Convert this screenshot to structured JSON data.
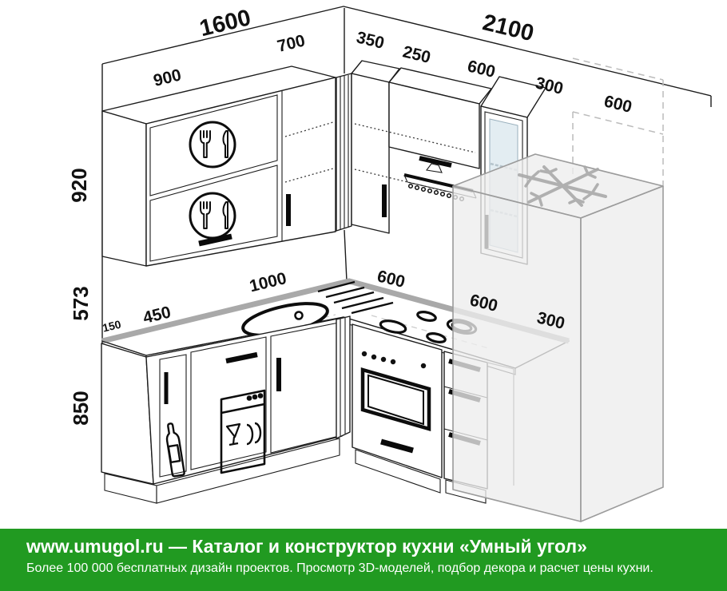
{
  "labels": {
    "top": {
      "left_total": "1600",
      "right_total": "2100"
    },
    "wall_cabinets": {
      "w900": "900",
      "w700": "700",
      "w350": "350",
      "w250": "250",
      "w600": "600",
      "w300": "300"
    },
    "fridge_space": "600",
    "heights": {
      "wall": "920",
      "between": "573",
      "base": "850"
    },
    "base_run_left": {
      "w150": "150",
      "w450": "450",
      "w1000": "1000"
    },
    "base_run_right": {
      "w600_hob": "600",
      "w600_drawers": "600",
      "w300": "300"
    }
  },
  "footer": {
    "line1": "www.umugol.ru — Каталог и конструктор кухни «Умный угол»",
    "line2": "Более 100 000 бесплатных дизайн проектов. Просмотр 3D-моделей, подбор декора и расчет цены кухни."
  },
  "colors": {
    "footer_green": "#219a21",
    "dimension_text": "#111111",
    "muted_dimension": "#b3b3b3",
    "counter_edge": "#a9a9a9",
    "fridge_fill": "#ededed",
    "fridge_outline": "#9b9b9b",
    "glass_fill": "#e3edf2"
  }
}
